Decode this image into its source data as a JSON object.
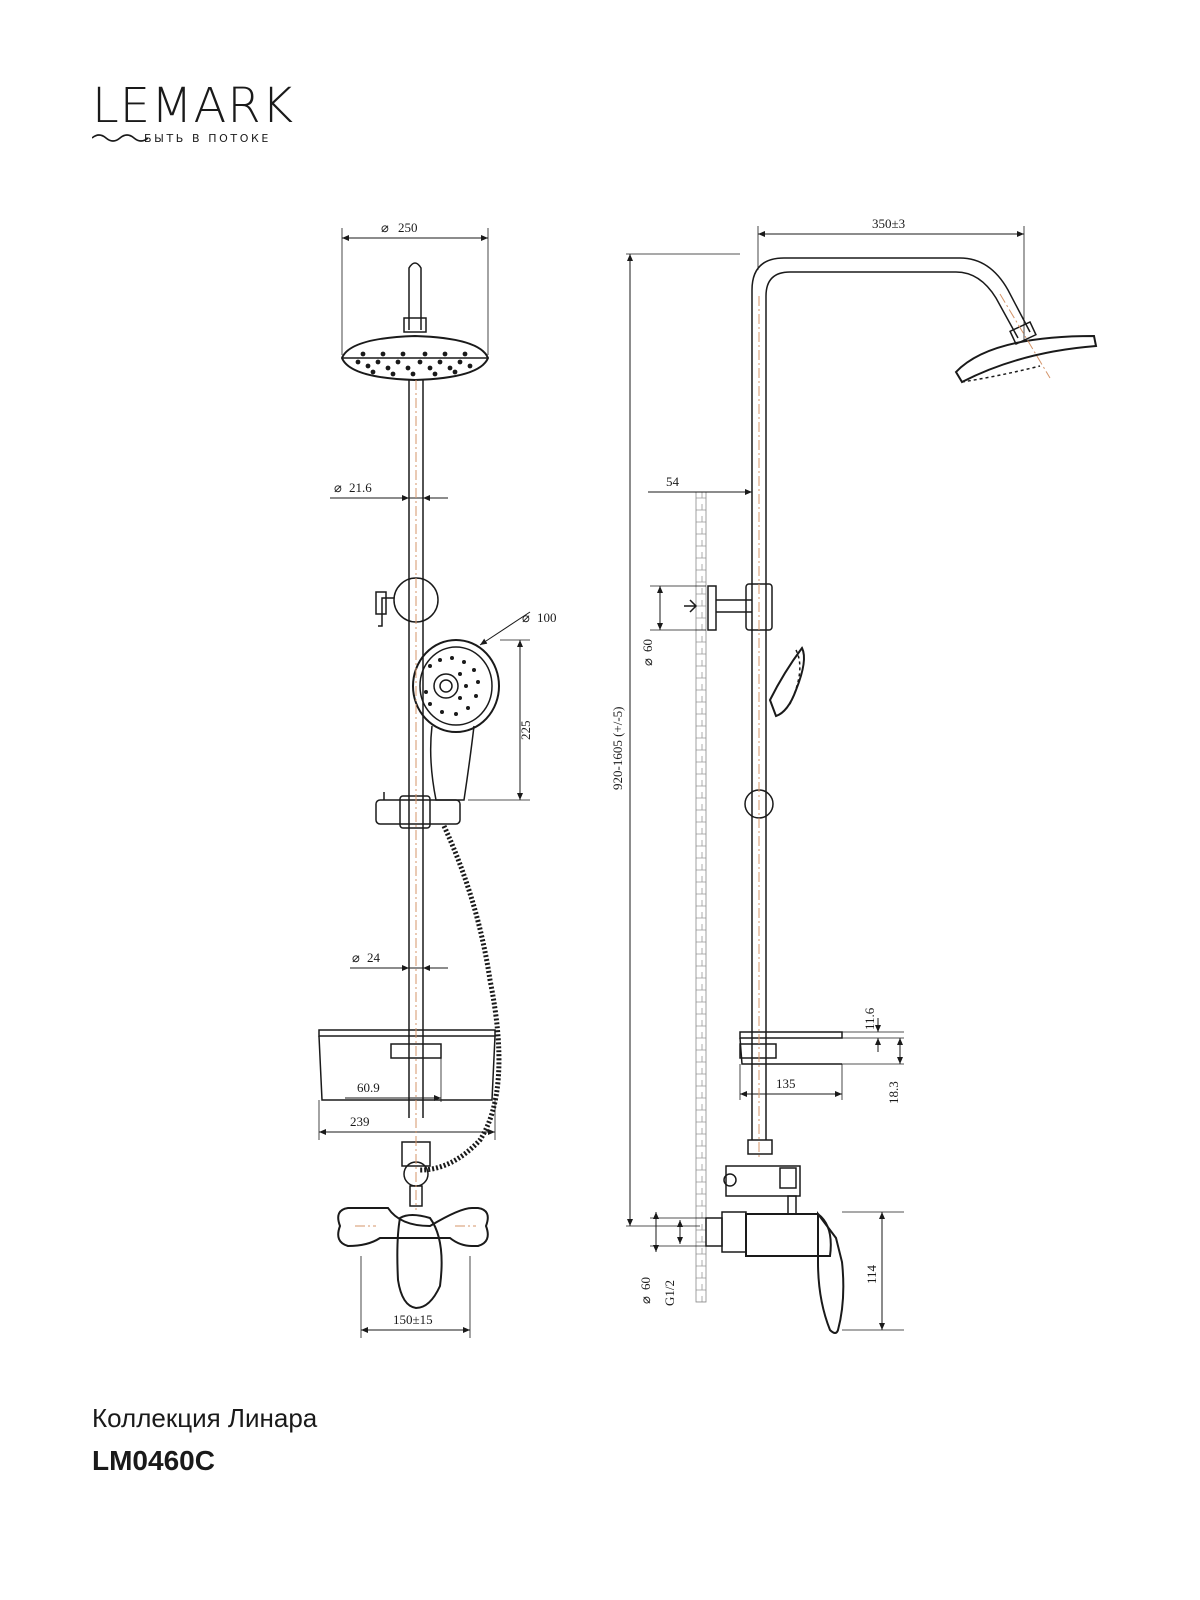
{
  "brand": {
    "name": "LEMARK",
    "tagline": "БЫТЬ В ПОТОКЕ",
    "logo_icon": "wave-icon"
  },
  "product": {
    "collection": "Коллекция Линара",
    "model": "LM0460C"
  },
  "dimensions": {
    "front": {
      "head_diameter": "250",
      "rod_upper_diameter": "21.6",
      "hand_shower_diameter": "100",
      "hand_shower_height": "225",
      "rod_lower_diameter": "24",
      "shelf_inner": "60.9",
      "shelf_width": "239",
      "mixer_spacing": "150±15"
    },
    "side": {
      "arm_reach": "350±3",
      "total_height": "920-1605 (+/-5)",
      "wall_offset": "54",
      "bracket_diameter": "60",
      "shelf_thickness": "11.6",
      "shelf_depth": "135",
      "shelf_height": "18.3",
      "flange_diameter": "60",
      "thread": "G1/2",
      "mixer_height": "114"
    }
  },
  "colors": {
    "line": "#1a1a1a",
    "centerline": "#d4956a"
  }
}
